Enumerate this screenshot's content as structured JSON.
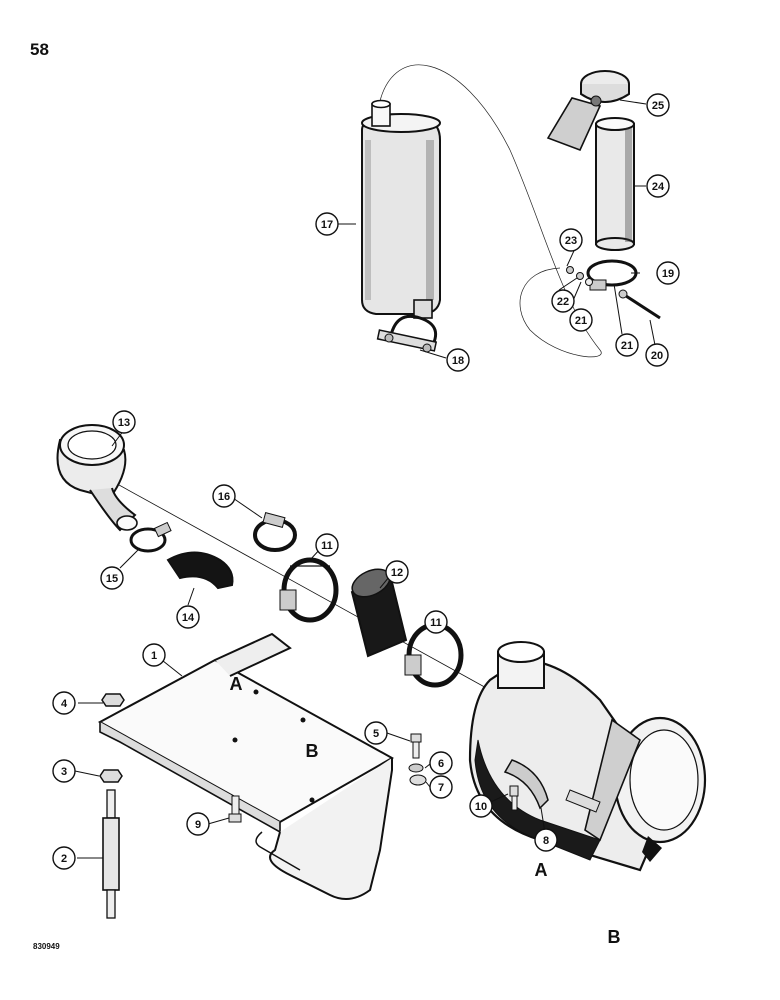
{
  "page_number": "58",
  "drawing_code": "830949",
  "callouts": [
    "1",
    "2",
    "3",
    "4",
    "5",
    "6",
    "7",
    "8",
    "9",
    "10",
    "11",
    "11",
    "12",
    "13",
    "14",
    "15",
    "16",
    "17",
    "18",
    "19",
    "20",
    "21",
    "21",
    "22",
    "23",
    "24",
    "25"
  ],
  "reference_letters": [
    "A",
    "B",
    "A",
    "B"
  ],
  "components": [
    "mounting-bracket",
    "stud",
    "nut-3",
    "nut-4",
    "bolt-5",
    "lock-washer-6",
    "nut-7",
    "air-cleaner-band",
    "bolt-9",
    "bolt-10",
    "hose-clamp",
    "sleeve-12",
    "intake-elbow-13",
    "hose-14",
    "hose-clamp-15",
    "hose-clamp-16",
    "muffler-17",
    "u-bolt-clamp-18",
    "exhaust-clamp-19",
    "bolt-20",
    "washer-21",
    "lock-washer-22",
    "nut-23",
    "exhaust-pipe-24",
    "rain-cap-25"
  ]
}
